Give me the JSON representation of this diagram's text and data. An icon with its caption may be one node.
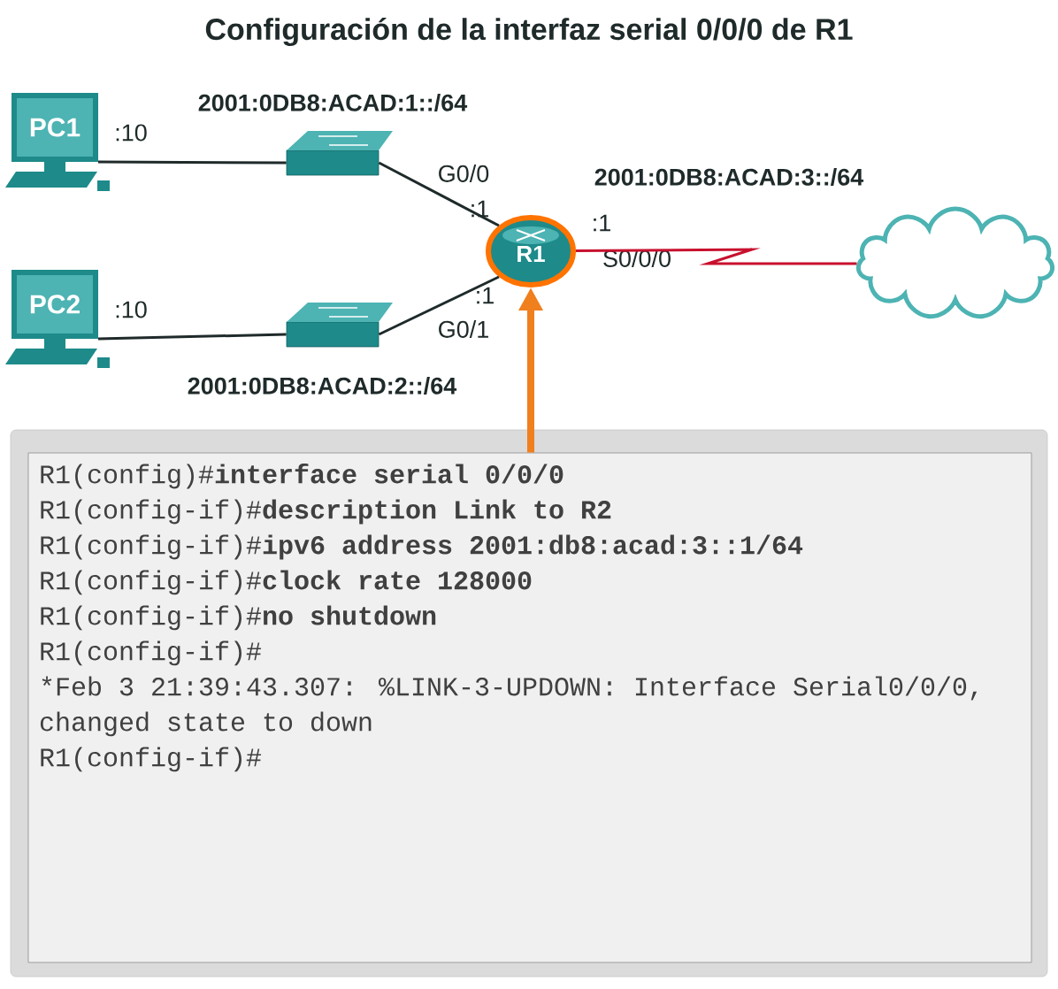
{
  "diagram": {
    "title": "Configuración de la interfaz serial 0/0/0 de R1",
    "nodes": [
      {
        "text": [
          "PC1"
        ],
        "beside": [
          ":10"
        ]
      },
      {
        "text": [],
        "shape": "box",
        "beside": [
          "2001:0DB8:ACAD:1::/64"
        ]
      },
      {
        "text": [
          "PC2"
        ],
        "beside": [
          ":10"
        ]
      },
      {
        "text": [],
        "shape": "box",
        "beside": [
          "2001:0DB8:ACAD:2::/64"
        ]
      },
      {
        "text": [
          "R1"
        ]
      },
      {
        "text": [],
        "shape": "cloud"
      },
      {
        "text": [
          "R1(config)#**interface serial 0/0/0**",
          "R1(config-if)#**description Link to R2**",
          "R1(config-if)#**ipv6 address 2001:db8:acad:3::1/64**",
          "R1(config-if)#**clock rate 128000**",
          "R1(config-if)#**no shutdown**",
          "R1(config-if)#",
          "*Feb 3 21:39:43.307: %LINK-3-UPDOWN: Interface Serial0/0/0, changed state to down",
          "R1(config-if)#"
        ]
      }
    ],
    "edges": [
      {
        "from": 0,
        "to": 1,
        "arrow": "none"
      },
      {
        "from": 2,
        "to": 3,
        "arrow": "none"
      },
      {
        "from": 1,
        "to": 4,
        "arrow": "none"
      },
      {
        "from": 3,
        "to": 4,
        "arrow": "none"
      },
      {
        "from": 4,
        "to": 5,
        "arrow": "none",
        "color": "#c8102e"
      },
      {
        "from": 6,
        "to": 4,
        "arrow": "to",
        "style": "thick",
        "color": "#f07f1e"
      }
    ],
    "labels": [
      "G0/0",
      ":1",
      "2001:0DB8:ACAD:3::/64",
      ":1",
      "S0/0/0",
      ":1",
      "G0/1"
    ]
  }
}
